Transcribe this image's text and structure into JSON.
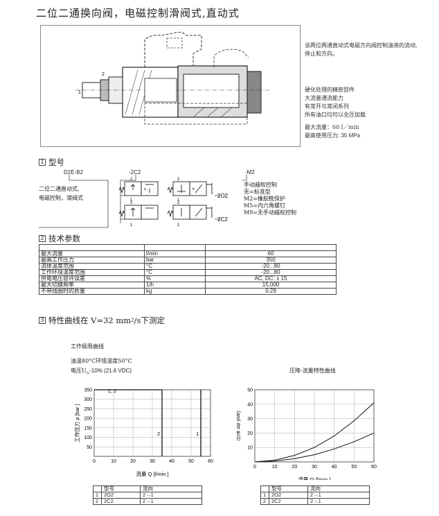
{
  "title": "二位二通换向阀，电磁控制滑阀式,直动式",
  "drawing": {
    "port_1": "1",
    "port_2": "2"
  },
  "description": {
    "intro_lines": [
      "该两位两通直动式电磁方向阀控制油液的流动,",
      "停止和方向。"
    ],
    "features": [
      "硬化处理的精密部件",
      "大流量通流能力",
      "有常开与常闭系列",
      "所有油口均可以全压加载"
    ],
    "max_flow": "最大流量：60 l／min",
    "max_pressure": "最高使用压力: 35 MPa"
  },
  "model": {
    "section_no": "1",
    "section_title": "型号",
    "code_base": "D2E-B2",
    "code_spool": "-2C2",
    "code_option": "-M2",
    "base_desc_lines": [
      "二位二通直动式,",
      "电磁控制，滑阀式"
    ],
    "spool_options": [
      "2O2",
      "2C2"
    ],
    "symbol_ports": {
      "p2": "2",
      "p1": "1",
      "a": "a",
      "b": "b"
    },
    "option_lines": [
      "手动越权控制",
      "无=标准型",
      "M2=橡胶靴保护",
      "M5=内六角螺钉",
      "M9=无手动越权控制"
    ]
  },
  "tech": {
    "section_no": "2",
    "section_title": "技术参数",
    "rows": [
      {
        "name": "最大流量",
        "unit": "l/min",
        "value": "60"
      },
      {
        "name": "最高工作压力",
        "unit": "bar",
        "value": "350"
      },
      {
        "name": "流体温度范围",
        "unit": "°C",
        "value": "-20...80"
      },
      {
        "name": "工作环境温度范围",
        "unit": "°C",
        "value": "-20...80"
      },
      {
        "name": "供电电压容许误差",
        "unit": "%",
        "value": "AC, DC: ± 15"
      },
      {
        "name": "最大切换频率",
        "unit": "1/h",
        "value": "15,000"
      },
      {
        "name": "不带线圈时的质量",
        "unit": "kg",
        "value": "0.29"
      }
    ]
  },
  "curves": {
    "section_no": "3",
    "section_title_pre": "特性曲线在  V=32 mm",
    "section_title_sup": "2",
    "section_title_post": "/s下测定"
  },
  "left_chart_notes": {
    "title": "工作极限曲线",
    "line1": "油温80°C环境温度50°C",
    "line2_pre": "电压U",
    "line2_sub": "N",
    "line2_post": "-10% (21.6 VDC)"
  },
  "right_chart_notes": {
    "title": "压降-流量特性曲线"
  },
  "chart_data": [
    {
      "type": "line",
      "title": "",
      "xlabel": "流量 Q [l/min ]",
      "ylabel": "工作压力 p [bar ]",
      "x_ticks": [
        0,
        10,
        20,
        30,
        40,
        50,
        60
      ],
      "y_ticks": [
        50,
        100,
        150,
        200,
        250,
        300,
        350
      ],
      "xlim": [
        0,
        60
      ],
      "ylim": [
        0,
        350
      ],
      "grid": true,
      "series": [
        {
          "name": "1, 2",
          "x": [
            0,
            35
          ],
          "y": [
            350,
            350
          ]
        },
        {
          "name": "2",
          "x": [
            35,
            35
          ],
          "y": [
            0,
            350
          ]
        },
        {
          "name": "1",
          "x": [
            55,
            55
          ],
          "y": [
            0,
            350
          ]
        }
      ],
      "legend_table": {
        "headers": [
          "",
          "型号",
          "流向"
        ],
        "rows": [
          [
            "1",
            "2O2",
            "2→1"
          ],
          [
            "2",
            "2C2",
            "2→1"
          ]
        ]
      }
    },
    {
      "type": "line",
      "title": "",
      "xlabel": "流量 Q [l/min ]",
      "ylabel": "压降 Δp [bar]",
      "x_ticks": [
        0,
        10,
        20,
        30,
        40,
        50,
        60
      ],
      "y_ticks": [
        10,
        20,
        30,
        40,
        50
      ],
      "xlim": [
        0,
        60
      ],
      "ylim": [
        0,
        50
      ],
      "grid": true,
      "series": [
        {
          "name": "1",
          "x": [
            0,
            10,
            20,
            30,
            40,
            50,
            60
          ],
          "y": [
            0,
            1.2,
            4.5,
            10,
            18,
            28.5,
            41
          ]
        },
        {
          "name": "2",
          "x": [
            0,
            10,
            20,
            30,
            40,
            50,
            60
          ],
          "y": [
            0,
            0.6,
            2.2,
            5,
            9,
            14,
            20
          ]
        }
      ],
      "legend_table": {
        "headers": [
          "",
          "型号",
          "流向"
        ],
        "rows": [
          [
            "1",
            "2O2",
            "2→1"
          ],
          [
            "2",
            "2C2",
            "2→1"
          ]
        ]
      }
    }
  ]
}
